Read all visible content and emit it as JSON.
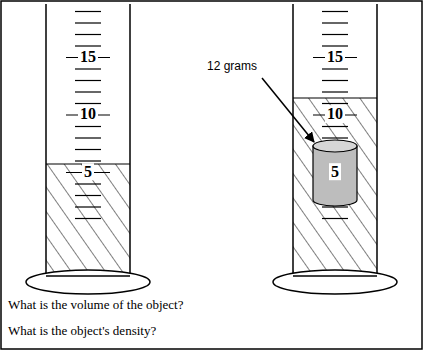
{
  "diagram": {
    "labels": [
      "15",
      "10",
      "5",
      "15",
      "10",
      "5",
      "12 grams",
      "What is the volume of the object?",
      "What is the object's density?"
    ]
  }
}
